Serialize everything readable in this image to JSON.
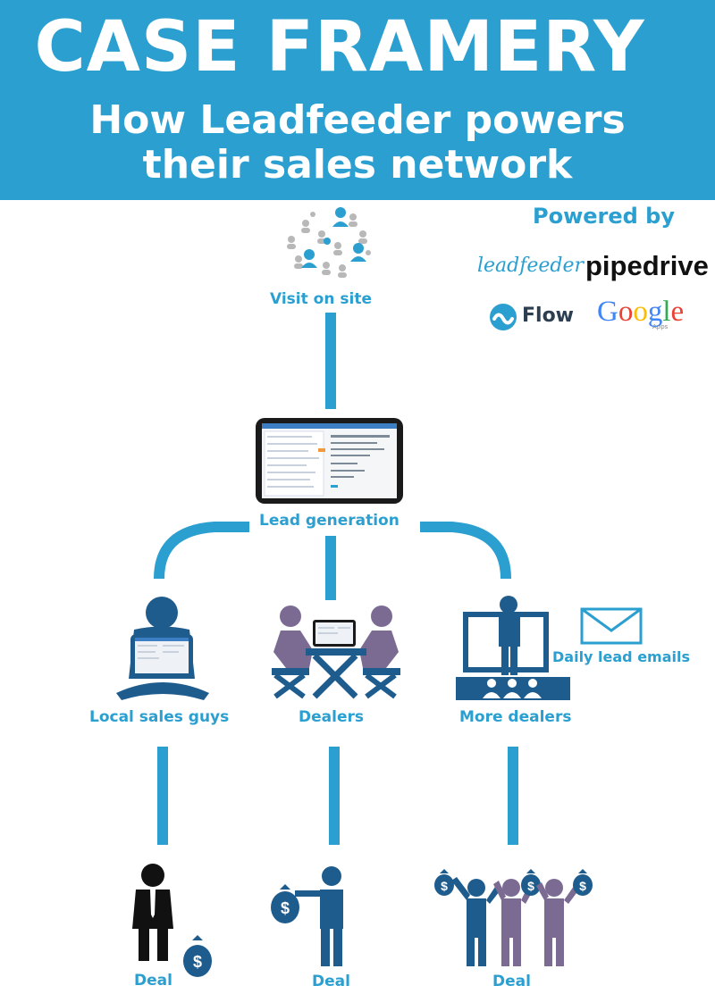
{
  "header": {
    "title": "CASE FRAMERY",
    "subtitle_line1": "How Leadfeeder powers",
    "subtitle_line2": "their sales network"
  },
  "powered_by": {
    "label": "Powered by",
    "logos": {
      "leadfeeder": "leadfeeder",
      "pipedrive": "pipedrive",
      "flow": "Flow",
      "google": [
        "G",
        "o",
        "o",
        "g",
        "l",
        "e"
      ],
      "google_sub": "Apps"
    }
  },
  "nodes": {
    "visit": "Visit on site",
    "lead_generation": "Lead generation",
    "local_sales": "Local sales guys",
    "dealers": "Dealers",
    "more_dealers": "More dealers",
    "daily_emails": "Daily lead emails",
    "deal_1": "Deal",
    "deal_2": "Deal",
    "deal_3": "Deal"
  },
  "colors": {
    "brand_blue": "#2a9fd0",
    "navy": "#1f5c8e",
    "purple": "#7b6b93",
    "grey_people": "#b8b8b8",
    "google": [
      "#4285f4",
      "#ea4335",
      "#fbbc05",
      "#4285f4",
      "#34a853",
      "#ea4335"
    ]
  }
}
